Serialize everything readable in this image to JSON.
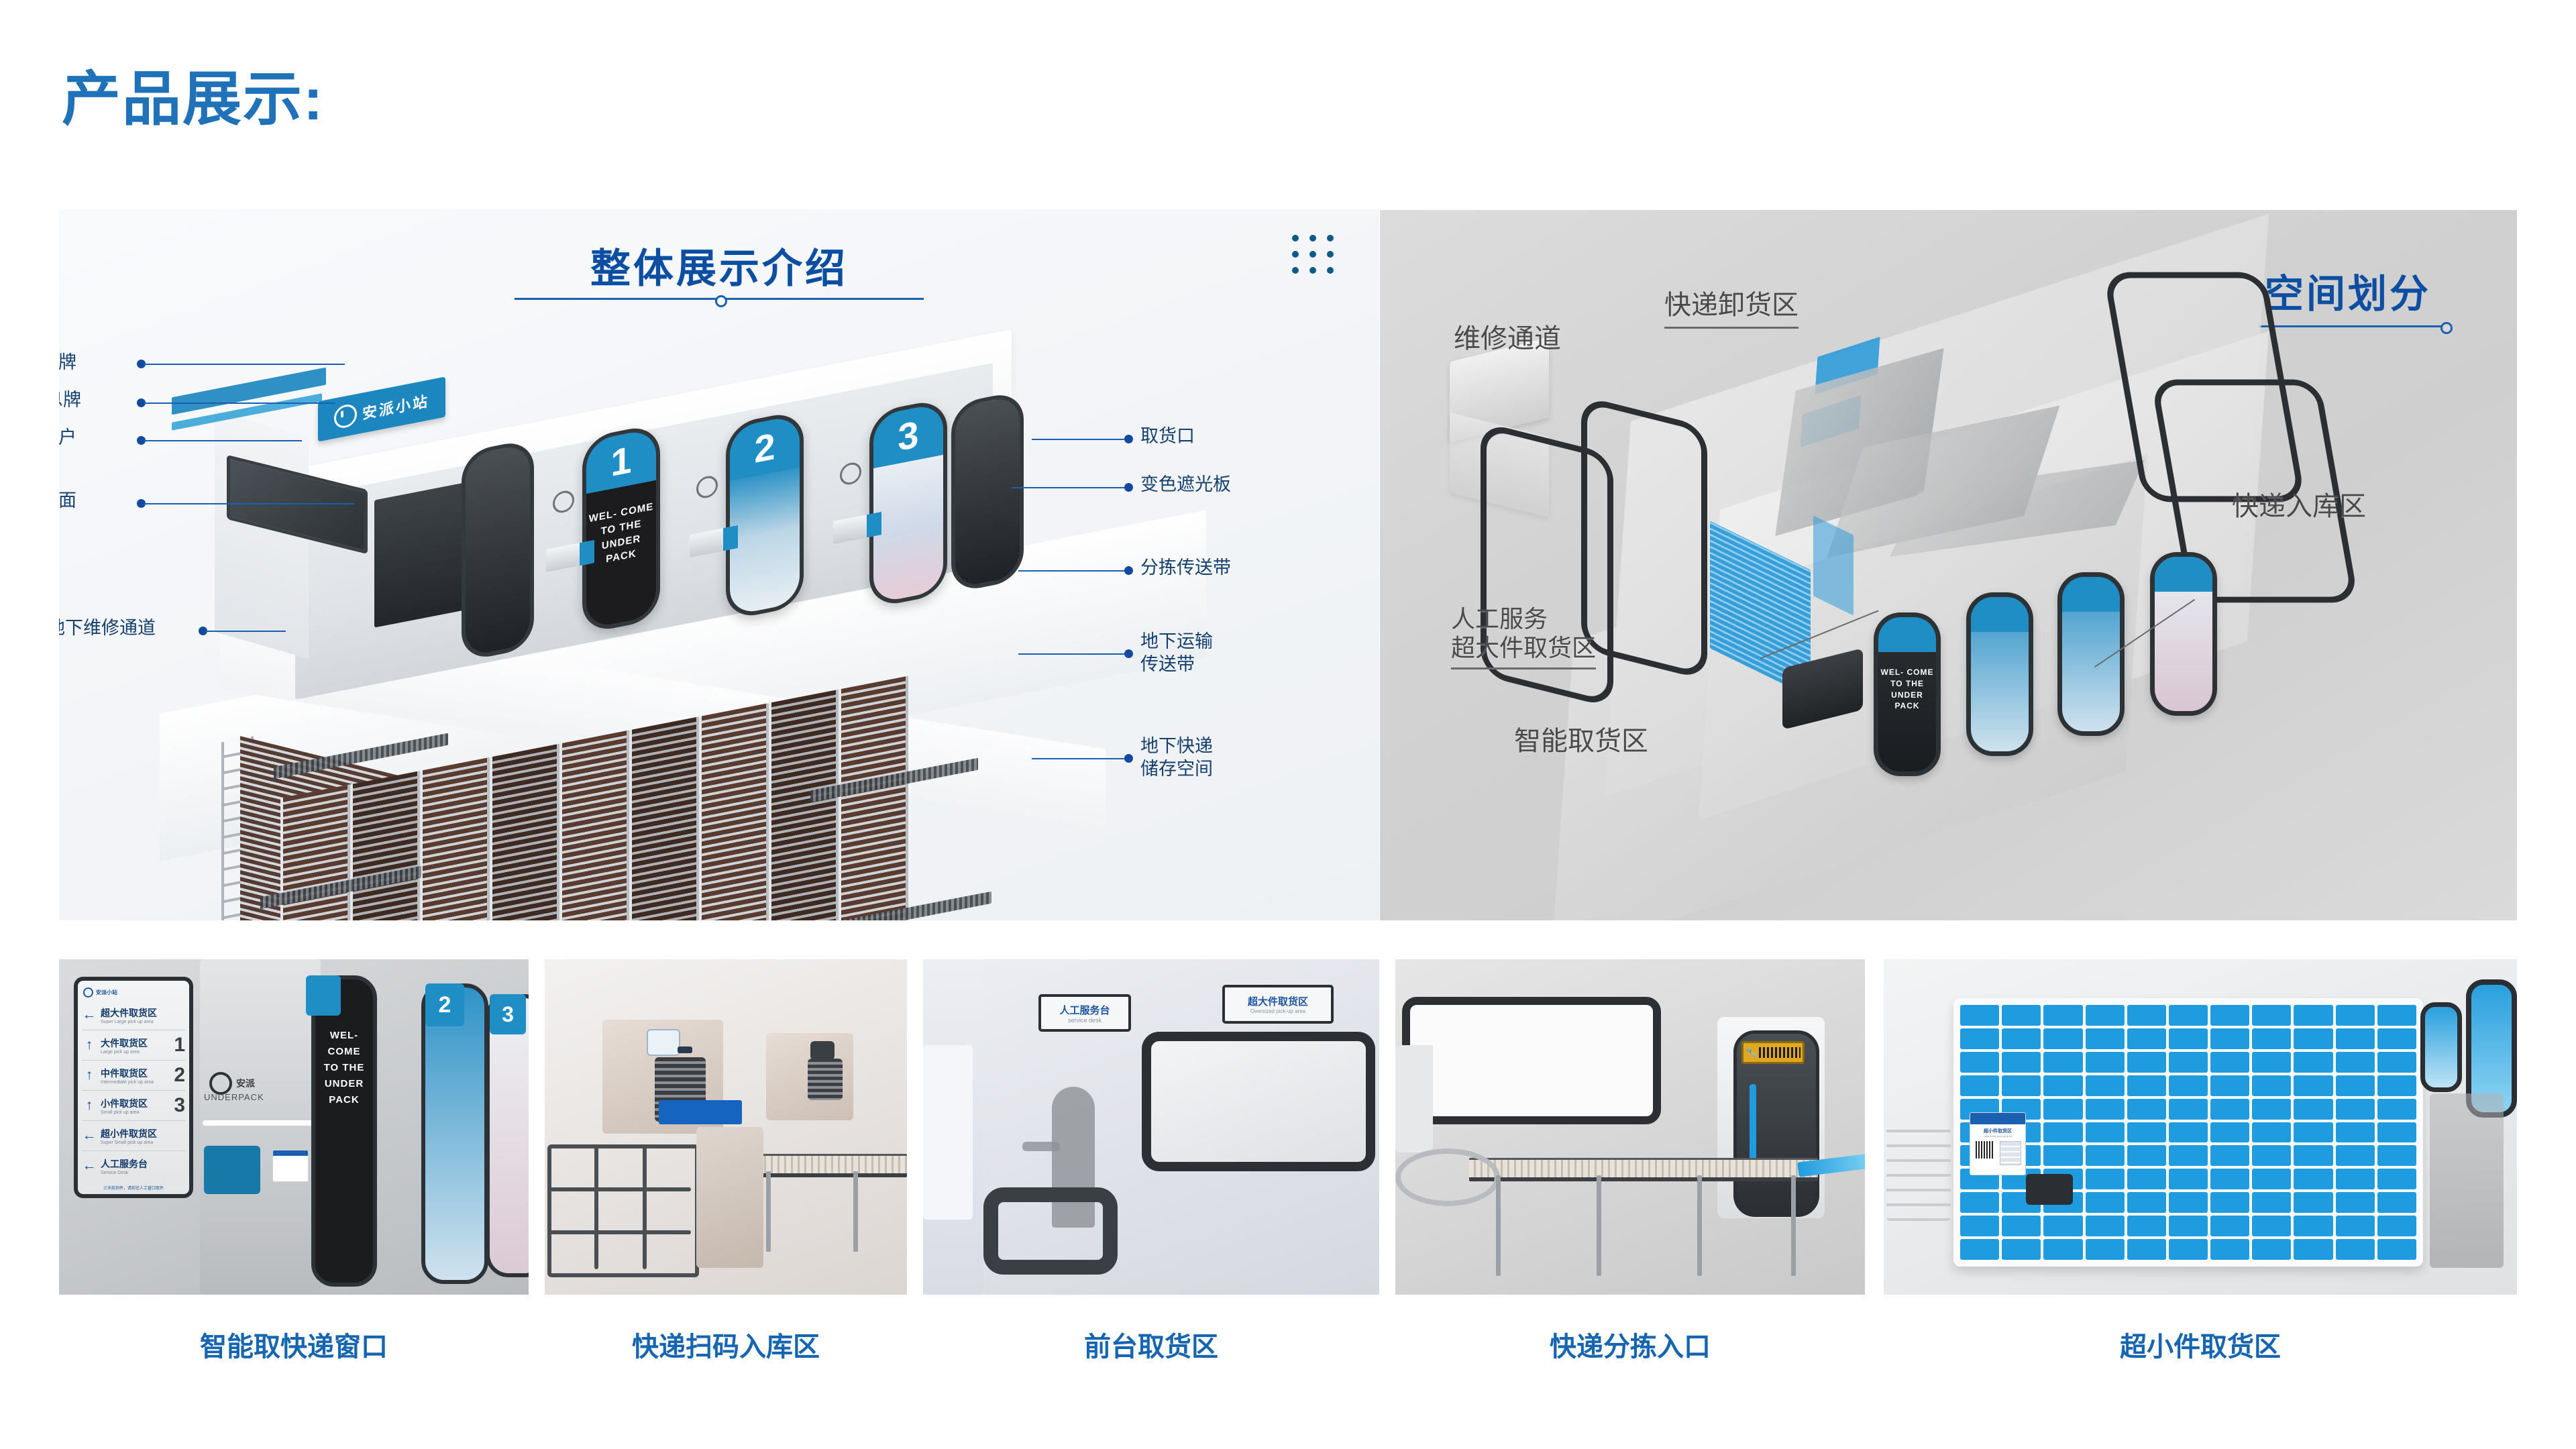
{
  "page": {
    "title": "产品展示:",
    "accent_color": "#1f72b8",
    "heading_color": "#0b4ea2",
    "caption_color": "#1565b0"
  },
  "left_panel": {
    "heading": "整体展示介绍",
    "grid_icon": "grid-dots-icon",
    "brand_sign": "安派小站",
    "kiosk_numbers": [
      "1",
      "2",
      "3"
    ],
    "kiosk_welcome": "WEL-\nCOME\nTO THE\nUNDER\nPACK",
    "labels_left": [
      {
        "text": "品牌"
      },
      {
        "text": "信息牌"
      },
      {
        "text": "窗户"
      },
      {
        "text": "地面"
      },
      {
        "text": "地下维修通道"
      }
    ],
    "labels_right": [
      {
        "text": "取货口"
      },
      {
        "text": "变色遮光板"
      },
      {
        "text": "分拣传送带"
      },
      {
        "text": "地下运输\n传送带"
      },
      {
        "text": "地下快递\n储存空间"
      }
    ]
  },
  "right_panel": {
    "heading": "空间划分",
    "labels": [
      {
        "text": "维修通道"
      },
      {
        "text": "快递卸货区"
      },
      {
        "text": "人工服务\n超大件取货区"
      },
      {
        "text": "智能取货区"
      },
      {
        "text": "快递入库区"
      }
    ],
    "kiosk_welcome": "WEL-\nCOME\nTO THE\nUNDER\nPACK"
  },
  "thumbnails": [
    {
      "caption": "智能取快递窗口",
      "directory_sign": {
        "brand": "安派小站",
        "rows": [
          {
            "arrow": "←",
            "cn": "超大件取货区",
            "en": "Super Large pick up area",
            "num": ""
          },
          {
            "arrow": "↑",
            "cn": "大件取货区",
            "en": "Large pick up area",
            "num": "1"
          },
          {
            "arrow": "↑",
            "cn": "中件取货区",
            "en": "Intermediate pick up area",
            "num": "2"
          },
          {
            "arrow": "↑",
            "cn": "小件取货区",
            "en": "Small pick up area",
            "num": "3"
          },
          {
            "arrow": "←",
            "cn": "超小件取货区",
            "en": "Super Small pick up area",
            "num": ""
          },
          {
            "arrow": "←",
            "cn": "人工服务台",
            "en": "Service Desk",
            "num": ""
          }
        ],
        "footnote": "三天前到件，请前往人工窗口取件"
      },
      "kiosk_numbers": [
        "1",
        "2",
        "3"
      ],
      "brand_text": "安派",
      "brand_sub": "UNDERPACK",
      "welcome": "WEL-\nCOME\nTO THE\nUNDER\nPACK"
    },
    {
      "caption": "快递扫码入库区"
    },
    {
      "caption": "前台取货区",
      "signs": [
        {
          "cn": "人工服务台",
          "en": "service desk"
        },
        {
          "cn": "超大件取货区",
          "en": "Oversized pick-up area"
        }
      ]
    },
    {
      "caption": "快递分拣入口"
    },
    {
      "caption": "超小件取货区",
      "panel_title": "超小件取货区",
      "panel_sub": "Ultra-small pick-up area"
    }
  ]
}
